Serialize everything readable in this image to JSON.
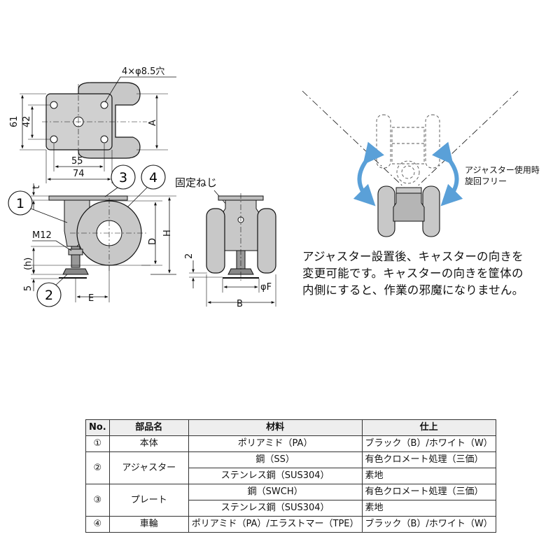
{
  "top_view": {
    "hole_note": "4×φ8.5穴",
    "dim_61": "61",
    "dim_42": "42",
    "dim_55": "55",
    "dim_74": "74",
    "dim_A": "A"
  },
  "side_view": {
    "callout_1": "1",
    "callout_2": "2",
    "callout_3": "3",
    "callout_4": "4",
    "dim_t": "t",
    "label_m12": "M12",
    "dim_h": "(h)",
    "dim_5": "5",
    "dim_E": "E",
    "dim_D": "D",
    "dim_H": "H"
  },
  "front_view": {
    "screw_label": "固定ねじ",
    "dim_2": "2",
    "dim_F": "φF",
    "dim_B": "B"
  },
  "rotation_view": {
    "label_line1": "アジャスター使用時",
    "label_line2": "旋回フリー"
  },
  "caption": {
    "line1": "アジャスター設置後、キャスターの向きを",
    "line2": "変更可能です。キャスターの向きを筐体の",
    "line3": "内側にすると、作業の邪魔になりません。"
  },
  "parts_table": {
    "headers": [
      "No.",
      "部品名",
      "材料",
      "仕上"
    ],
    "rows": [
      {
        "no": "①",
        "name": "本体",
        "material": "ポリアミド（PA）",
        "finish": "ブラック（B）/ホワイト（W）"
      },
      {
        "no": "②",
        "name": "アジャスター",
        "material": "鋼（SS）",
        "finish": "有色クロメート処理（三価）"
      },
      {
        "material": "ステンレス鋼（SUS304）",
        "finish": "素地"
      },
      {
        "no": "③",
        "name": "プレート",
        "material": "鋼（SWCH）",
        "finish": "有色クロメート処理（三価）"
      },
      {
        "material": "ステンレス鋼（SUS304）",
        "finish": "素地"
      },
      {
        "no": "④",
        "name": "車輪",
        "material": "ポリアミド（PA）/エラストマー（TPE）",
        "finish": "ブラック（B）/ホワイト（W）"
      }
    ]
  },
  "colors": {
    "part_gray": "#c8c8c8",
    "dark_gray": "#8a8a8a",
    "arrow_blue": "#5aa0d8",
    "line": "#111111"
  }
}
